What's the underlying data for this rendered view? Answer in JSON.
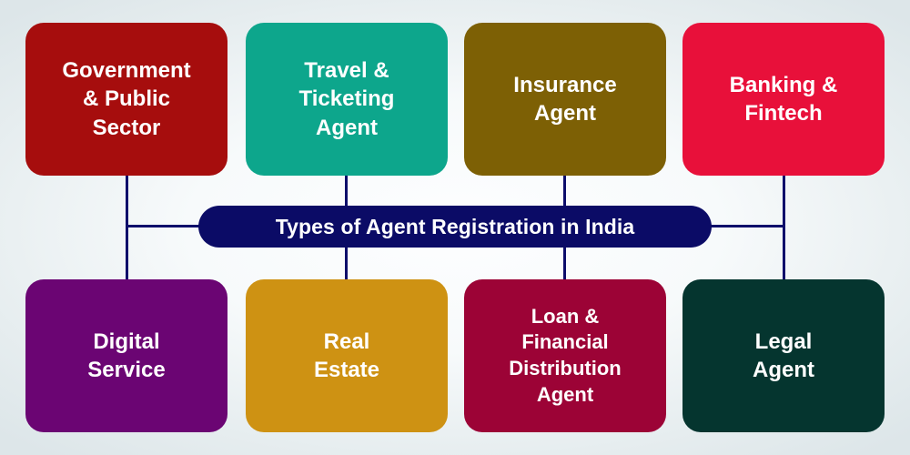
{
  "diagram": {
    "center": {
      "label": "Types of Agent Registration in India",
      "color": "#0b0b66",
      "text_color": "#ffffff"
    },
    "connector_color": "#0d0d6b",
    "background_colors": [
      "#fdfeff",
      "#dde6e9"
    ],
    "top_nodes": [
      {
        "id": "government-public-sector",
        "label": "Government\n& Public\nSector",
        "color": "#a60d0d",
        "text_color": "#ffffff"
      },
      {
        "id": "travel-ticketing-agent",
        "label": "Travel &\nTicketing\nAgent",
        "color": "#0da68c",
        "text_color": "#ffffff"
      },
      {
        "id": "insurance-agent",
        "label": "Insurance\nAgent",
        "color": "#7d6005",
        "text_color": "#ffffff"
      },
      {
        "id": "banking-fintech",
        "label": "Banking &\nFintech",
        "color": "#e8103a",
        "text_color": "#ffffff"
      }
    ],
    "bottom_nodes": [
      {
        "id": "digital-service",
        "label": "Digital\nService",
        "color": "#6b0573",
        "text_color": "#ffffff"
      },
      {
        "id": "real-estate",
        "label": "Real\nEstate",
        "color": "#ce9213",
        "text_color": "#ffffff"
      },
      {
        "id": "loan-financial-distribution-agent",
        "label": "Loan &\nFinancial\nDistribution\nAgent",
        "color": "#9c0336",
        "text_color": "#ffffff"
      },
      {
        "id": "legal-agent",
        "label": "Legal\nAgent",
        "color": "#05352f",
        "text_color": "#ffffff"
      }
    ]
  }
}
